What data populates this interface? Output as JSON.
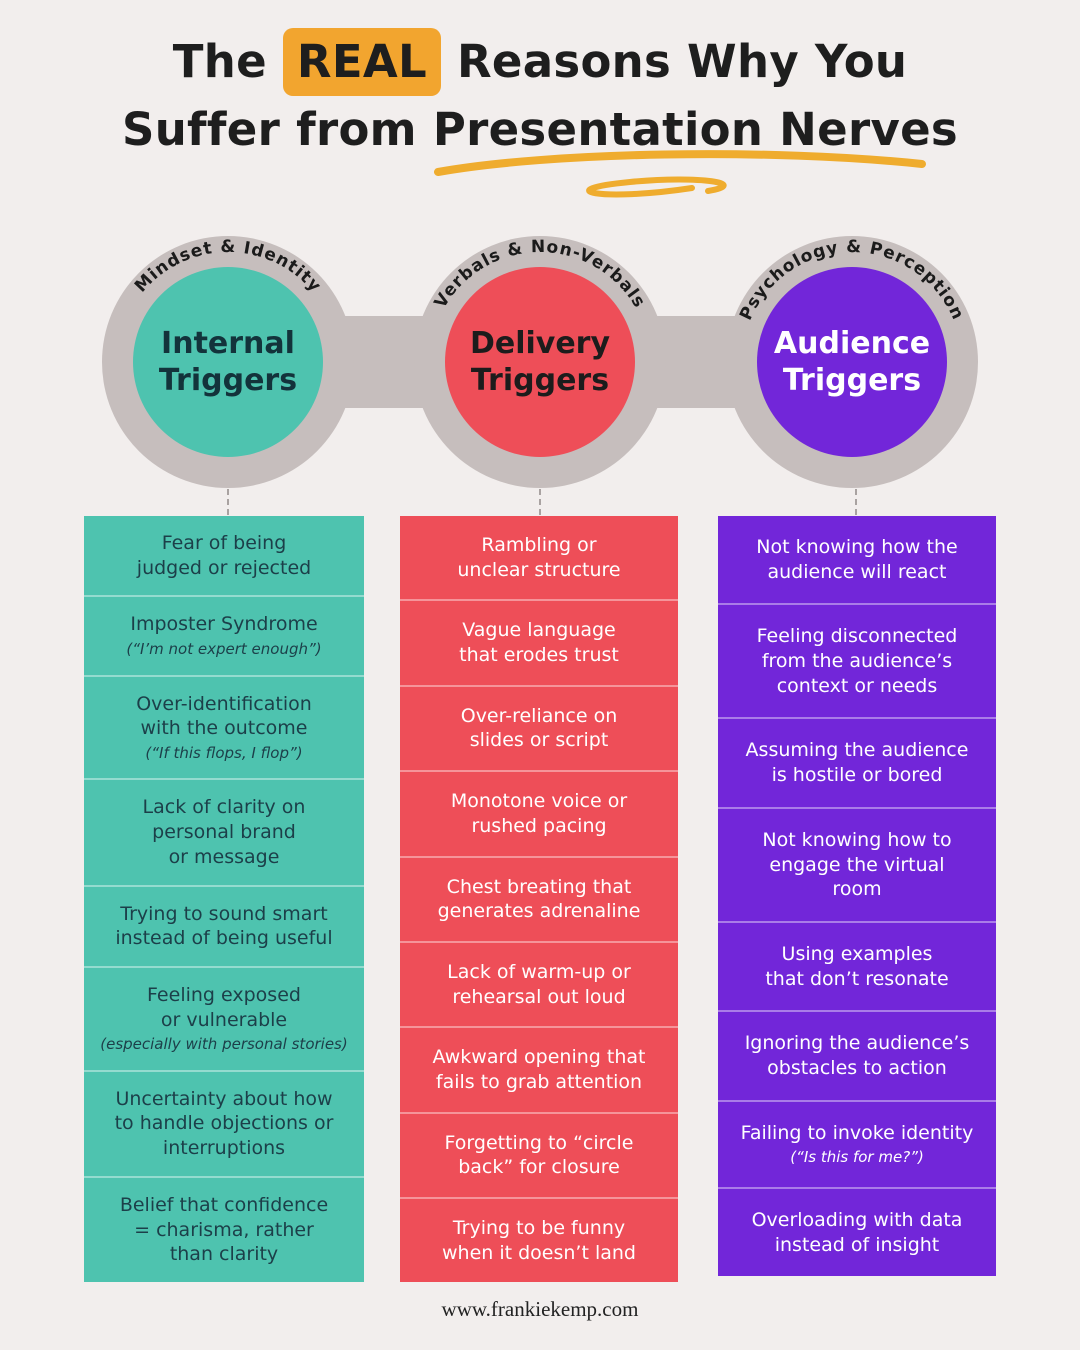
{
  "title": {
    "pre": "The",
    "highlight": "REAL",
    "post": "Reasons Why You",
    "line2": "Suffer from Presentation Nerves"
  },
  "colors": {
    "teal": "#4ec3af",
    "red": "#ee4e58",
    "purple": "#7226d9",
    "highlight_yellow": "#f2a52f",
    "connector_gray": "#c6bebd",
    "background": "#f2eeed"
  },
  "groups": [
    {
      "arc_label": "Mindset & Identity",
      "circle_label": "Internal\nTriggers",
      "items": [
        {
          "text": "Fear of being\njudged or rejected"
        },
        {
          "text": "Imposter Syndrome",
          "note": "(“I’m not expert enough”)"
        },
        {
          "text": "Over-identification\nwith the outcome",
          "note": "(“If this flops, I flop”)"
        },
        {
          "text": "Lack of clarity on\npersonal brand\nor message"
        },
        {
          "text": "Trying to sound smart\ninstead of being useful"
        },
        {
          "text": "Feeling exposed\nor vulnerable",
          "note": "(especially with personal stories)"
        },
        {
          "text": "Uncertainty about how\nto handle objections or\ninterruptions"
        },
        {
          "text": "Belief that confidence\n= charisma, rather\nthan clarity"
        }
      ]
    },
    {
      "arc_label": "Verbals & Non-Verbals",
      "circle_label": "Delivery\nTriggers",
      "items": [
        {
          "text": "Rambling or\nunclear structure"
        },
        {
          "text": "Vague language\nthat erodes trust"
        },
        {
          "text": "Over-reliance on\nslides or script"
        },
        {
          "text": "Monotone voice or\nrushed pacing"
        },
        {
          "text": "Chest breating that\ngenerates adrenaline"
        },
        {
          "text": "Lack of warm-up or\nrehearsal out loud"
        },
        {
          "text": "Awkward opening that\nfails to grab attention"
        },
        {
          "text": "Forgetting to “circle\nback” for closure"
        },
        {
          "text": "Trying to be funny\nwhen it doesn’t land"
        }
      ]
    },
    {
      "arc_label": "Psychology & Perception",
      "circle_label": "Audience\nTriggers",
      "items": [
        {
          "text": "Not knowing how the\naudience will react"
        },
        {
          "text": "Feeling disconnected\nfrom the audience’s\ncontext or needs"
        },
        {
          "text": "Assuming the audience\nis hostile or bored"
        },
        {
          "text": "Not knowing how to\nengage the virtual\nroom"
        },
        {
          "text": "Using examples\nthat don’t resonate"
        },
        {
          "text": "Ignoring the audience’s\nobstacles to action"
        },
        {
          "text": "Failing to invoke identity",
          "note": "(“Is this for me?”)"
        },
        {
          "text": "Overloading with data\ninstead of insight"
        }
      ]
    }
  ],
  "footer": {
    "url": "www.frankiekemp.com"
  }
}
